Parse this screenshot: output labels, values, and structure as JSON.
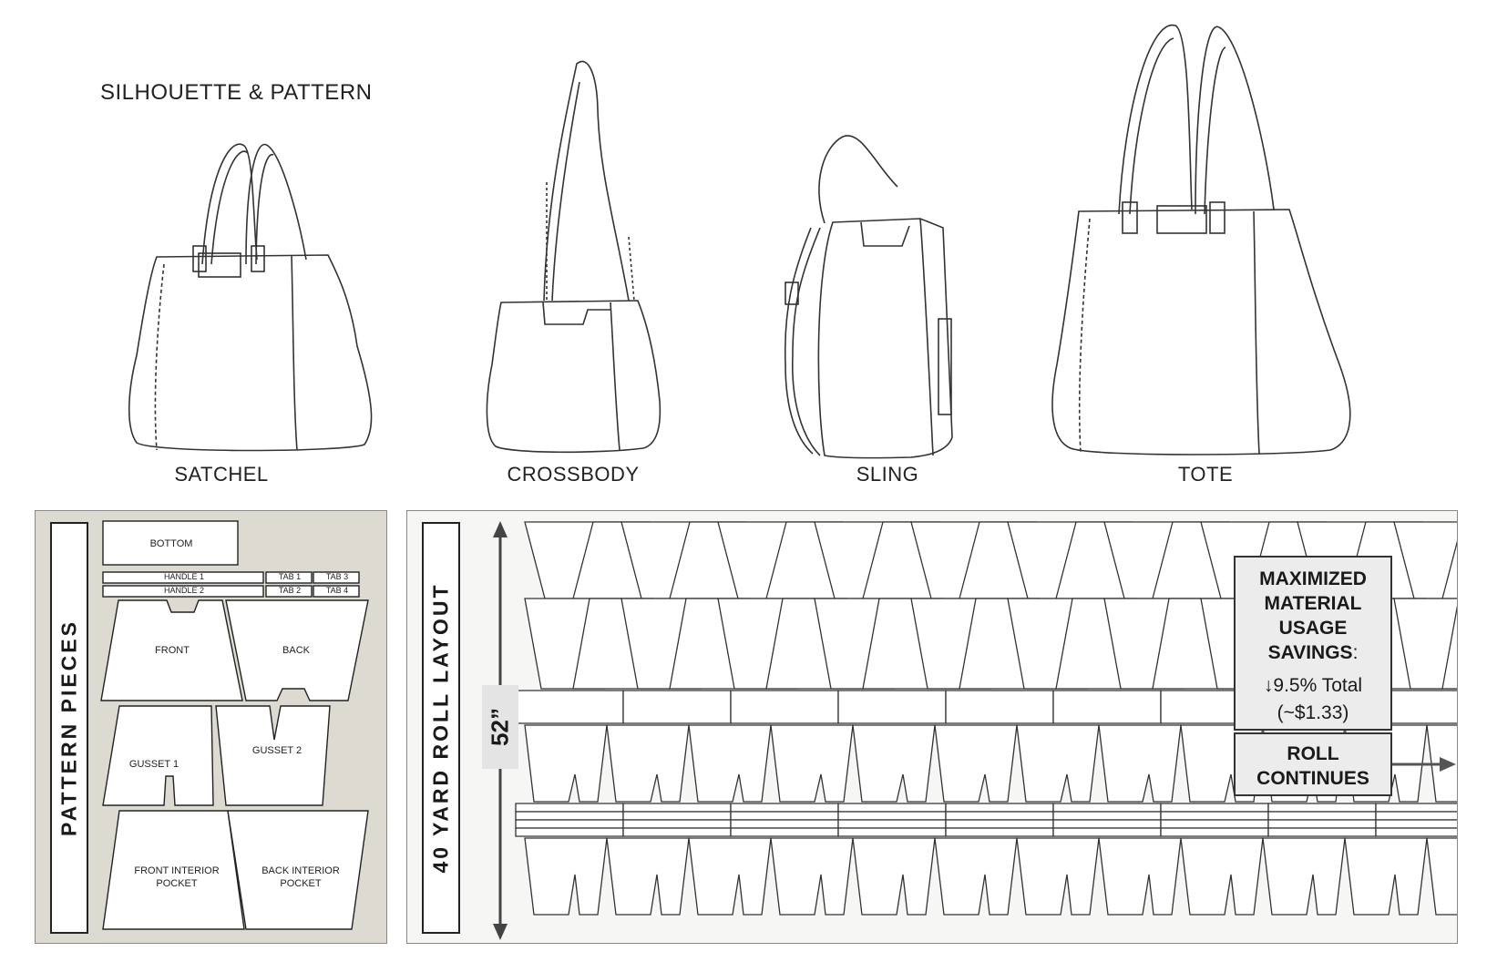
{
  "heading": "SILHOUETTE & PATTERN",
  "bags": [
    {
      "label": "SATCHEL"
    },
    {
      "label": "CROSSBODY"
    },
    {
      "label": "SLING"
    },
    {
      "label": "TOTE"
    }
  ],
  "pattern_panel": {
    "title": "PATTERN PIECES",
    "pieces": {
      "bottom": "BOTTOM",
      "handle1": "HANDLE 1",
      "handle2": "HANDLE 2",
      "tab1": "TAB 1",
      "tab2": "TAB 2",
      "tab3": "TAB 3",
      "tab4": "TAB 4",
      "front": "FRONT",
      "back": "BACK",
      "gusset1": "GUSSET 1",
      "gusset2": "GUSSET 2",
      "front_interior_line1": "FRONT INTERIOR",
      "front_interior_line2": "POCKET",
      "back_interior_line1": "BACK INTERIOR",
      "back_interior_line2": "POCKET"
    }
  },
  "layout_panel": {
    "title": "40 YARD ROLL LAYOUT",
    "width_label": "52”",
    "savings": {
      "line1": "MAXIMIZED",
      "line2": "MATERIAL",
      "line3": "USAGE",
      "line4": "SAVINGS",
      "line4_suffix": ":",
      "value_line1": "↓9.5% Total",
      "value_line2": "(~$1.33)"
    },
    "roll": {
      "line1": "ROLL",
      "line2": "CONTINUES"
    }
  },
  "colors": {
    "panel_left_bg": "#dcdad1",
    "panel_right_bg": "#f6f6f5",
    "line": "#222222",
    "callout_bg": "#ececec"
  }
}
